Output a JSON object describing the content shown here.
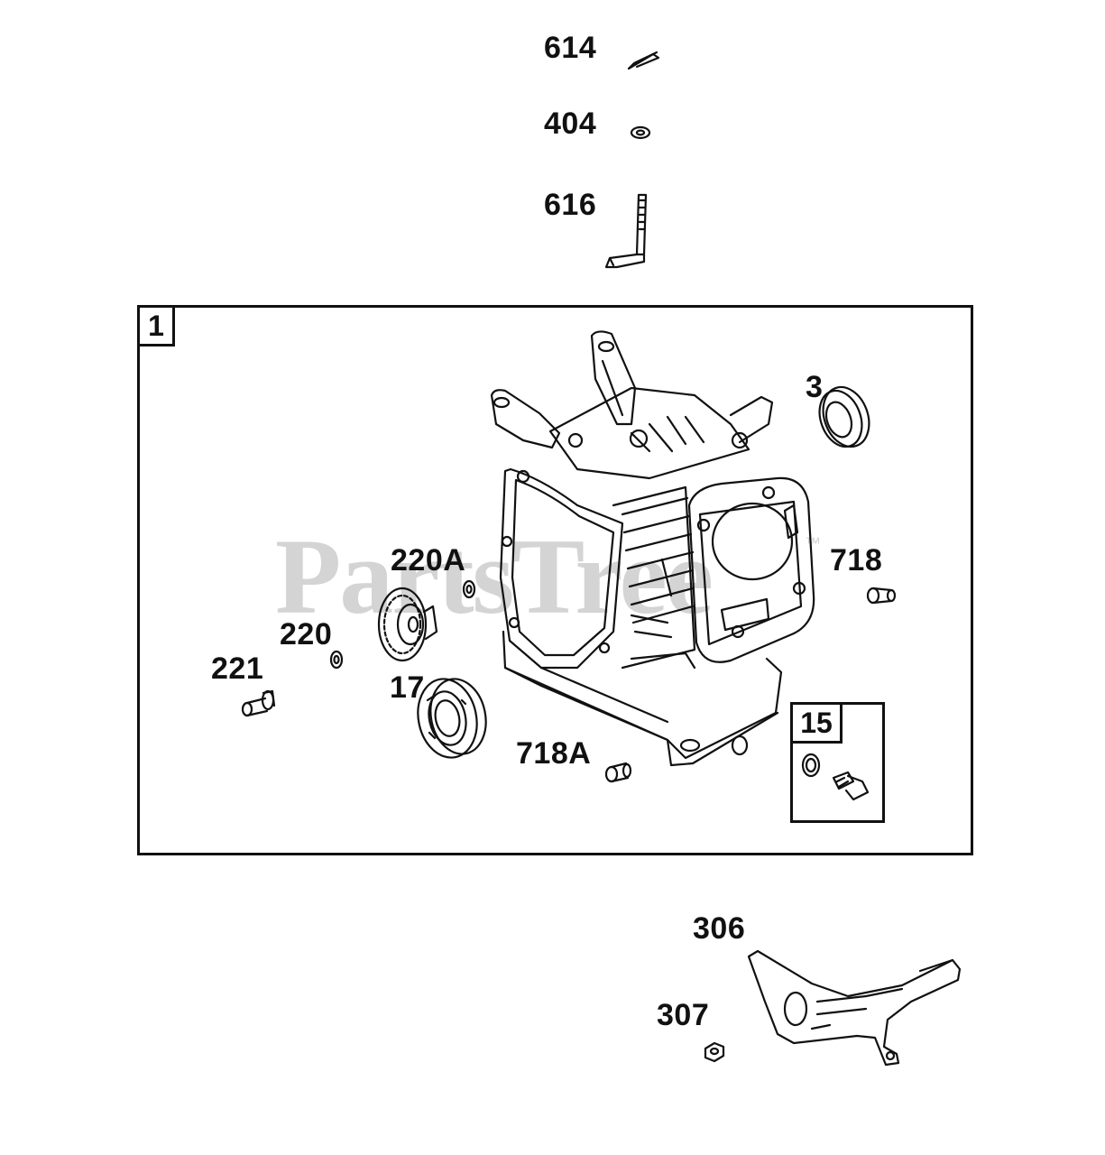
{
  "watermark": {
    "text": "PartsTree",
    "tm": "™"
  },
  "group_main": {
    "tag": "1"
  },
  "group_sub": {
    "tag": "15"
  },
  "callouts": {
    "p614": "614",
    "p404": "404",
    "p616": "616",
    "p3": "3",
    "p220a": "220A",
    "p718": "718",
    "p220": "220",
    "p221": "221",
    "p17": "17",
    "p718a": "718A",
    "p306": "306",
    "p307": "307"
  }
}
